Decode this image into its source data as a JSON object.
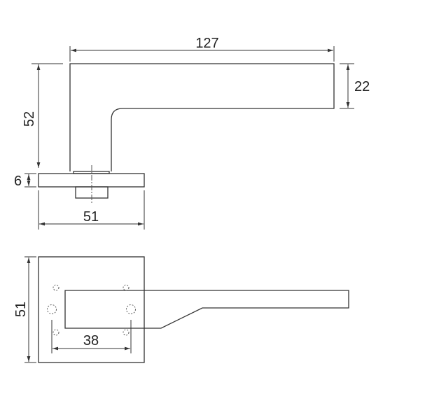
{
  "dimensions": {
    "lever_length": "127",
    "lever_height": "22",
    "lever_total_height": "52",
    "rose_thickness": "6",
    "rose_width_side": "51",
    "rose_width_top": "51",
    "hole_spacing": "38"
  },
  "colors": {
    "line": "#333333",
    "background": "#ffffff"
  }
}
